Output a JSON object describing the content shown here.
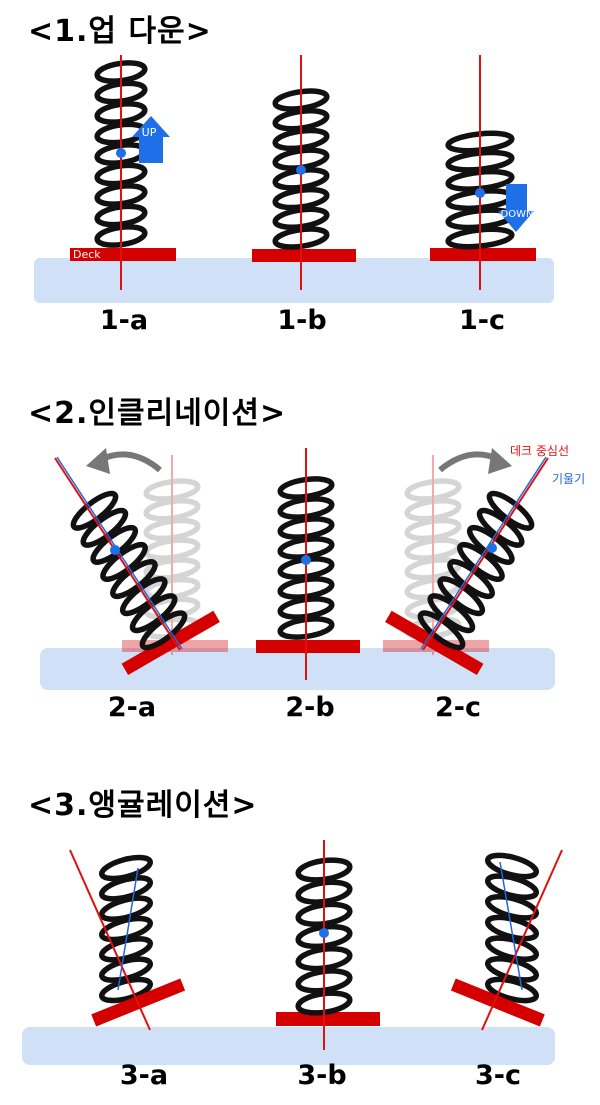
{
  "sections": [
    {
      "title": "<1.업 다운>",
      "captions": [
        "1-a",
        "1-b",
        "1-c"
      ],
      "labels": {
        "deck": "Deck",
        "up": "UP",
        "down": "DOWN"
      }
    },
    {
      "title": "<2.인클리네이션>",
      "captions": [
        "2-a",
        "2-b",
        "2-c"
      ],
      "legend": {
        "deck_center": "데크 중심선",
        "tilt": "기울기"
      }
    },
    {
      "title": "<3.앵귤레이션>",
      "captions": [
        "3-a",
        "3-b",
        "3-c"
      ]
    }
  ],
  "colors": {
    "coil": "#111111",
    "deck_red": "#d40000",
    "center_line": "#e01010",
    "tilt_line": "#2266dd",
    "floor": "#cfe0f7",
    "arrow_blue": "#1e6fe8",
    "ghost": "#b0b0b0"
  }
}
